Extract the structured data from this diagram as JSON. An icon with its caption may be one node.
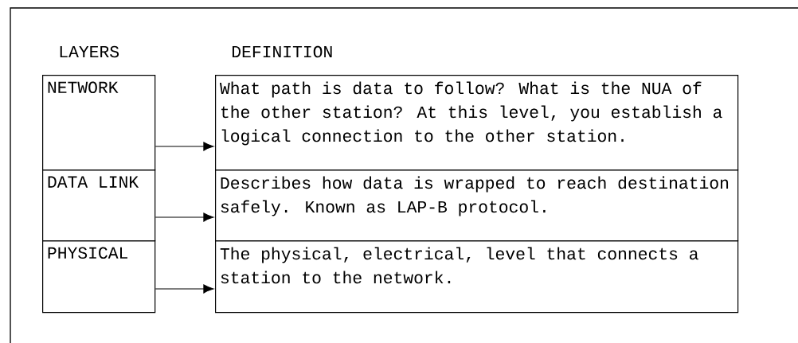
{
  "diagram": {
    "nodes": [
      {
        "text": [
          "NETWORK"
        ]
      },
      {
        "text": [
          "What path is data to follow? What is the NUA of the other station?  At this level, you establish a logical connection to the other station."
        ]
      },
      {
        "text": [
          "DATA LINK"
        ]
      },
      {
        "text": [
          "Describes how data is wrapped to reach destination safely.  Known as LAP-B protocol."
        ]
      },
      {
        "text": [
          "PHYSICAL"
        ]
      },
      {
        "text": [
          "The physical, electrical, level that connects a station to the network."
        ]
      }
    ],
    "edges": [
      {
        "from": 0,
        "to": 1,
        "arrow": "to"
      },
      {
        "from": 2,
        "to": 3,
        "arrow": "to"
      },
      {
        "from": 4,
        "to": 5,
        "arrow": "to"
      }
    ],
    "labels": [
      "LAYERS",
      "DEFINITION"
    ]
  }
}
